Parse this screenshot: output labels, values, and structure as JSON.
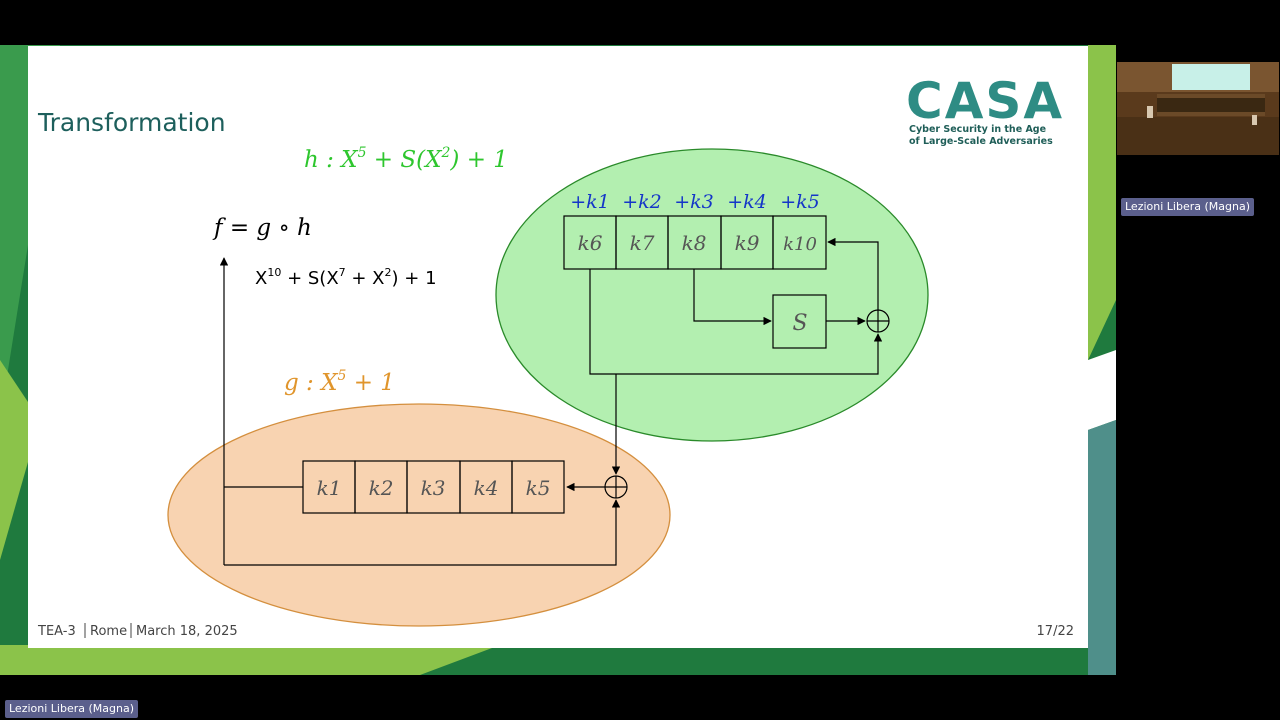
{
  "slide": {
    "title": "Transformation",
    "logo_text": "CASA",
    "logo_tagline_1": "Cyber Security in the Age",
    "logo_tagline_2": "of Large-Scale Adversaries",
    "footer_event": "TEA-3",
    "footer_location": "Rome",
    "footer_date": "March 18, 2025",
    "page_number": "17/22"
  },
  "diagram": {
    "h_label": "h : X",
    "h_sup1": "5",
    "h_mid": " + S(X",
    "h_sup2": "2",
    "h_end": ") + 1",
    "f_label": "f = g ∘ h",
    "poly_a": "X",
    "poly_sup1": "10",
    "poly_mid": " + S(X",
    "poly_sup2": "7",
    "poly_mid2": " + X",
    "poly_sup3": "2",
    "poly_end": ") + 1",
    "g_label": "g : X",
    "g_sup": "5",
    "g_end": " + 1",
    "green_keys": [
      "k6",
      "k7",
      "k8",
      "k9",
      "k10"
    ],
    "green_plus": [
      "+k1",
      "+k2",
      "+k3",
      "+k4",
      "+k5"
    ],
    "orange_keys": [
      "k1",
      "k2",
      "k3",
      "k4",
      "k5"
    ],
    "s_box": "S"
  },
  "participants": {
    "room_label": "Lezioni Libera (Magna)",
    "bottom_label": "Lezioni Libera (Magna)"
  },
  "colors": {
    "green_text": "#2ec62e",
    "orange_text": "#e0952c",
    "blue_text": "#1436c8",
    "teal": "#1d6f6b",
    "green_fill": "#b3efb0",
    "orange_fill": "#f8d3b1"
  }
}
